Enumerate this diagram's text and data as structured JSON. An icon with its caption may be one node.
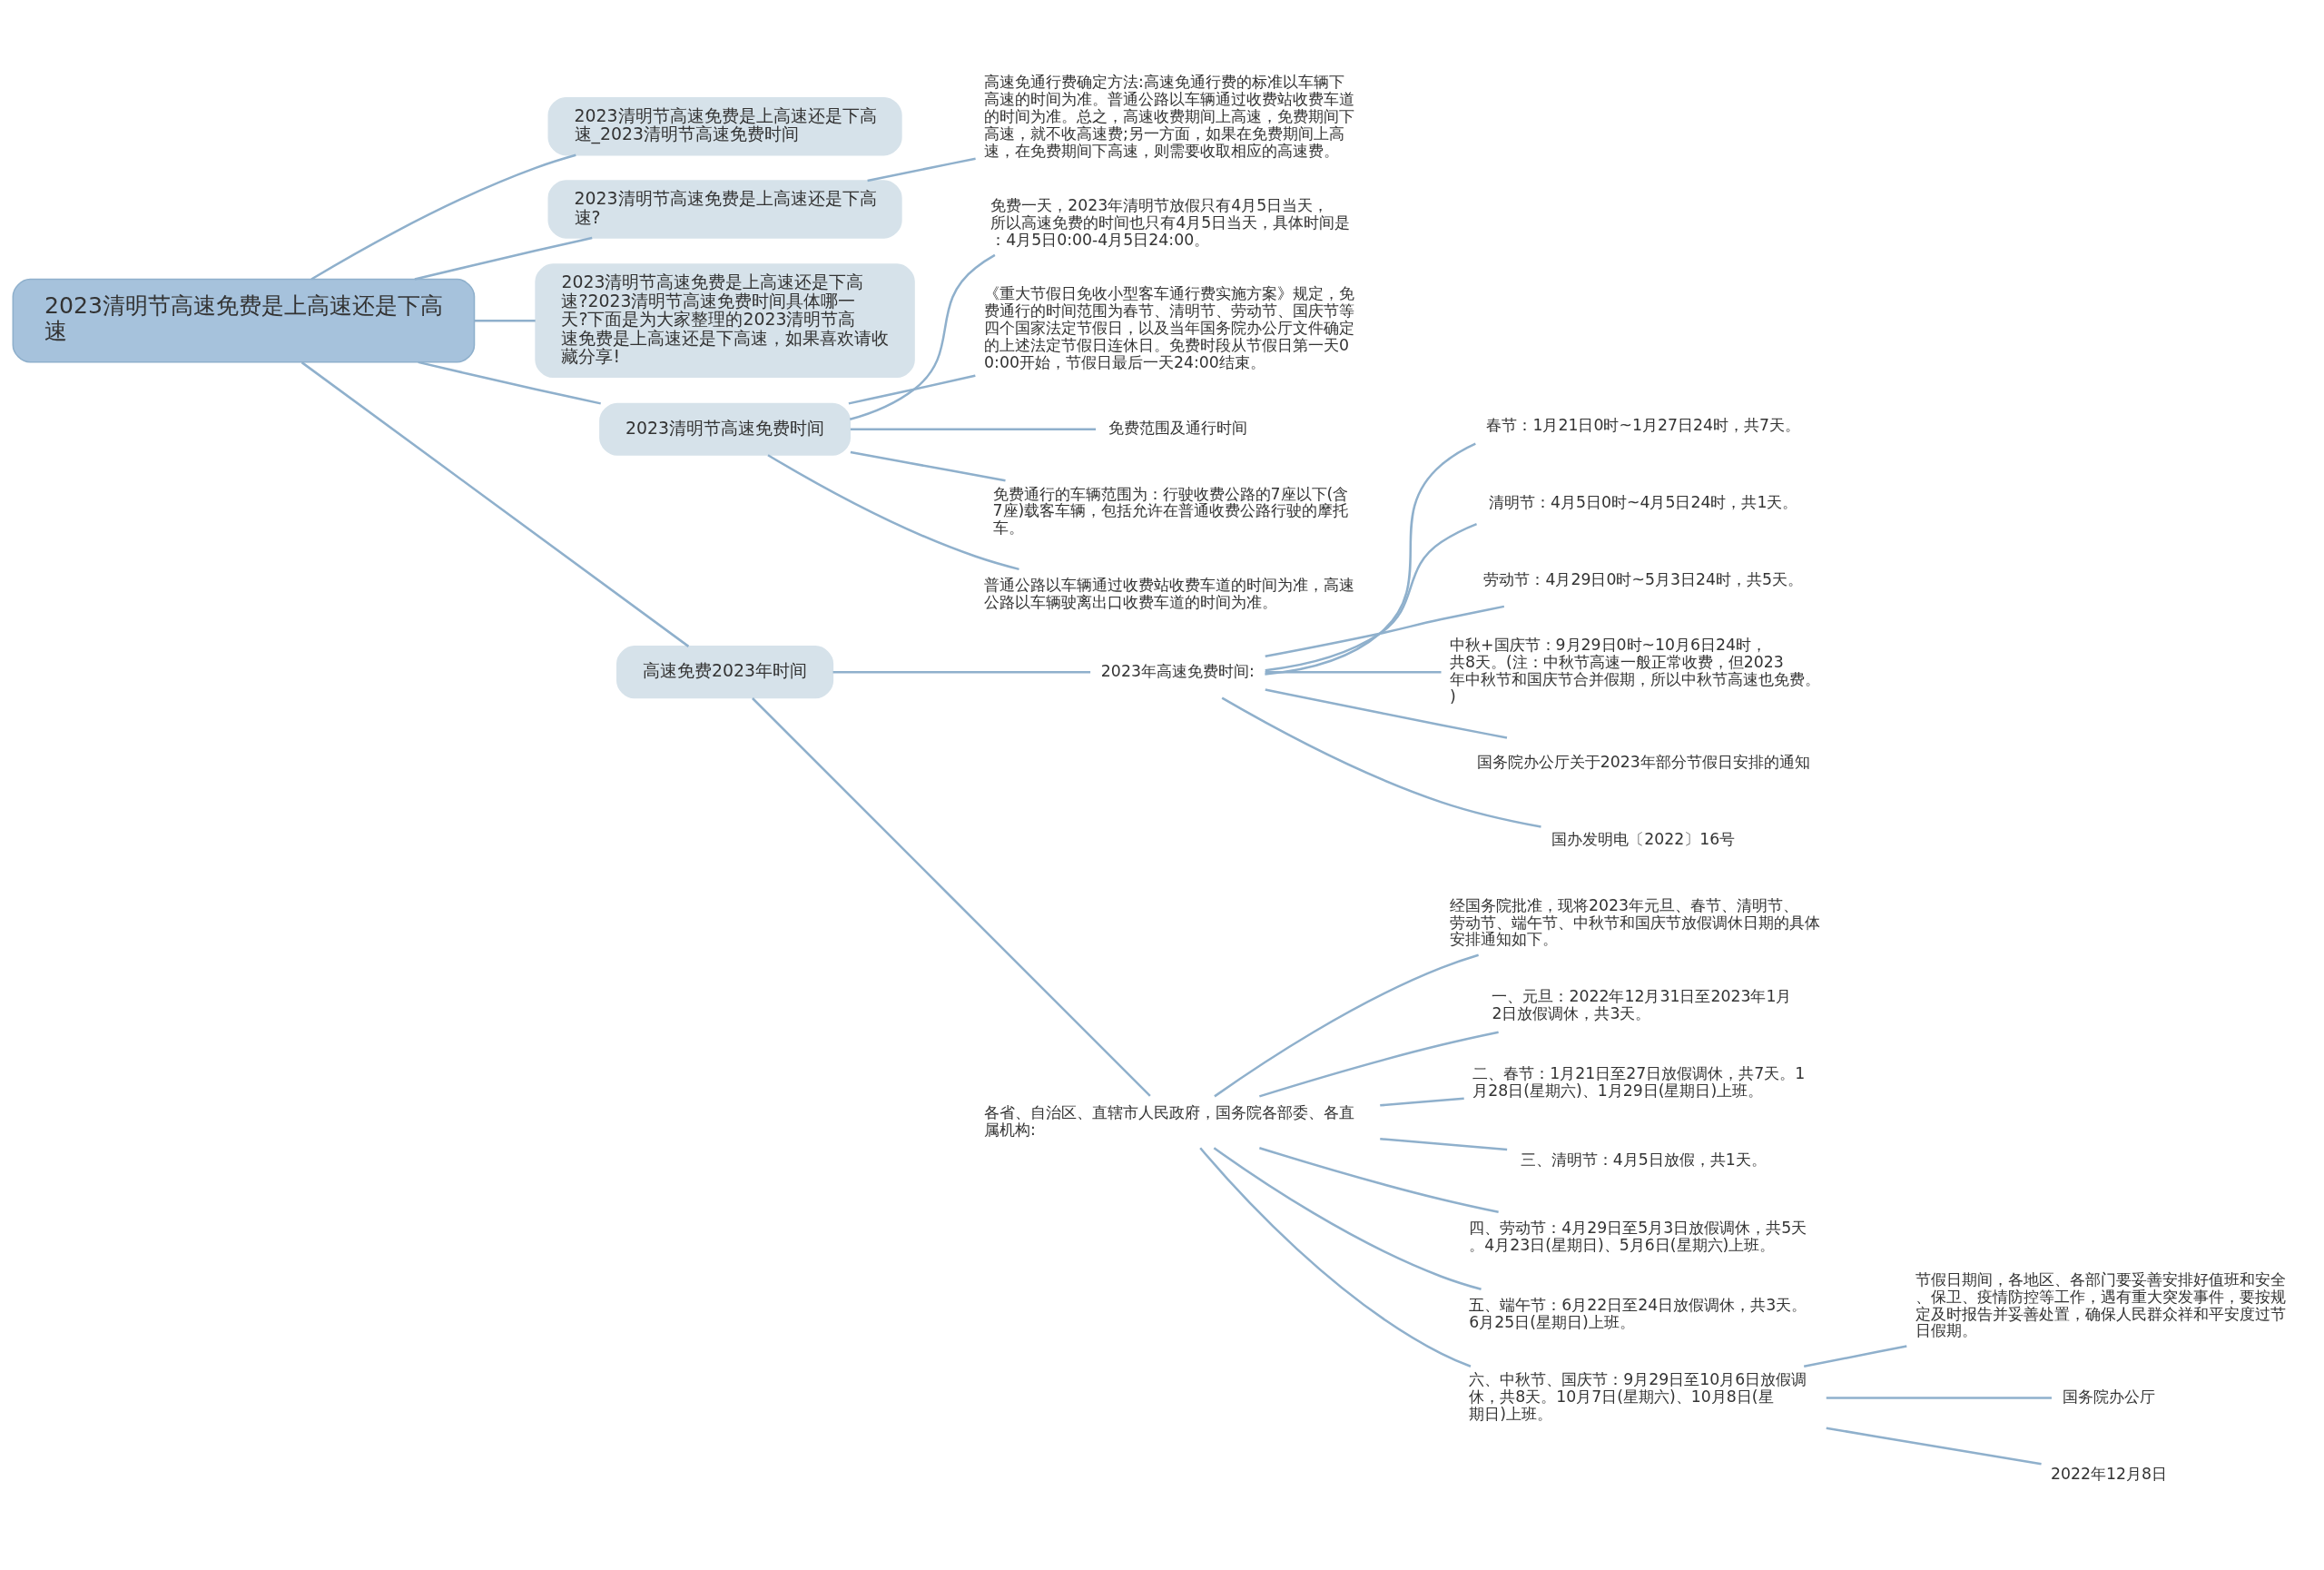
{
  "diagram": {
    "nodes": [
      {
        "text": [
          "2023清明节高速免费是上高速还是下高速"
        ]
      },
      {
        "text": [
          "2023清明节高速免费是上高速还是下高速_2023清明节高速免费时间"
        ]
      },
      {
        "text": [
          "2023清明节高速免费是上高速还是下高速?"
        ]
      },
      {
        "text": [
          "高速免通行费确定方法:高速免通行费的标准以车辆下高速的时间为准。普通公路以车辆通过收费站收费车道的时间为准。总之，高速收费期间上高速，免费期间下高速，就不收高速费;另一方面，如果在免费期间上高速，在免费期间下高速，则需要收取相应的高速费。"
        ]
      },
      {
        "text": [
          "2023清明节高速免费是上高速还是下高速?2023清明节高速免费时间具体哪一天?下面是为大家整理的2023清明节高速免费是上高速还是下高速，如果喜欢请收藏分享!"
        ]
      },
      {
        "text": [
          "2023清明节高速免费时间"
        ]
      },
      {
        "text": [
          "免费一天，2023年清明节放假只有4月5日当天，所以高速免费的时间也只有4月5日当天，具体时间是：4月5日0:00-4月5日24:00。"
        ]
      },
      {
        "text": [
          "《重大节假日免收小型客车通行费实施方案》规定，免费通行的时间范围为春节、清明节、劳动节、国庆节等四个国家法定节假日，以及当年国务院办公厅文件确定的上述法定节假日连休日。免费时段从节假日第一天00:00开始，节假日最后一天24:00结束。"
        ]
      },
      {
        "text": [
          "免费范围及通行时间"
        ]
      },
      {
        "text": [
          "免费通行的车辆范围为：行驶收费公路的7座以下(含7座)载客车辆，包括允许在普通收费公路行驶的摩托车。"
        ]
      },
      {
        "text": [
          "普通公路以车辆通过收费站收费车道的时间为准，高速公路以车辆驶离出口收费车道的时间为准。"
        ]
      },
      {
        "text": [
          "高速免费2023年时间"
        ]
      },
      {
        "text": [
          "2023年高速免费时间:"
        ]
      },
      {
        "text": [
          "春节：1月21日0时~1月27日24时，共7天。"
        ]
      },
      {
        "text": [
          "清明节：4月5日0时~4月5日24时，共1天。"
        ]
      },
      {
        "text": [
          "劳动节：4月29日0时~5月3日24时，共5天。"
        ]
      },
      {
        "text": [
          "中秋+国庆节：9月29日0时~10月6日24时，共8天。(注：中秋节高速一般正常收费，但2023年中秋节和国庆节合并假期，所以中秋节高速也免费。)"
        ]
      },
      {
        "text": [
          "国务院办公厅关于2023年部分节假日安排的通知"
        ]
      },
      {
        "text": [
          "国办发明电〔2022〕16号"
        ]
      },
      {
        "text": [
          "各省、自治区、直辖市人民政府，国务院各部委、各直属机构:"
        ]
      },
      {
        "text": [
          "经国务院批准，现将2023年元旦、春节、清明节、劳动节、端午节、中秋节和国庆节放假调休日期的具体安排通知如下。"
        ]
      },
      {
        "text": [
          "一、元旦：2022年12月31日至2023年1月2日放假调休，共3天。"
        ]
      },
      {
        "text": [
          "二、春节：1月21日至27日放假调休，共7天。1月28日(星期六)、1月29日(星期日)上班。"
        ]
      },
      {
        "text": [
          "三、清明节：4月5日放假，共1天。"
        ]
      },
      {
        "text": [
          "四、劳动节：4月29日至5月3日放假调休，共5天。4月23日(星期日)、5月6日(星期六)上班。"
        ]
      },
      {
        "text": [
          "五、端午节：6月22日至24日放假调休，共3天。6月25日(星期日)上班。"
        ]
      },
      {
        "text": [
          "六、中秋节、国庆节：9月29日至10月6日放假调休，共8天。10月7日(星期六)、10月8日(星期日)上班。"
        ]
      },
      {
        "text": [
          "节假日期间，各地区、各部门要妥善安排好值班和安全、保卫、疫情防控等工作，遇有重大突发事件，要按规定及时报告并妥善处置，确保人民群众祥和平安度过节日假期。"
        ]
      },
      {
        "text": [
          "国务院办公厅"
        ]
      },
      {
        "text": [
          "2022年12月8日"
        ]
      }
    ],
    "edges": [
      {
        "from": 0,
        "to": 1,
        "arrow": "none"
      },
      {
        "from": 0,
        "to": 2,
        "arrow": "none"
      },
      {
        "from": 2,
        "to": 3,
        "arrow": "none"
      },
      {
        "from": 0,
        "to": 4,
        "arrow": "none"
      },
      {
        "from": 0,
        "to": 5,
        "arrow": "none"
      },
      {
        "from": 5,
        "to": 6,
        "arrow": "none"
      },
      {
        "from": 5,
        "to": 7,
        "arrow": "none"
      },
      {
        "from": 5,
        "to": 8,
        "arrow": "none"
      },
      {
        "from": 5,
        "to": 9,
        "arrow": "none"
      },
      {
        "from": 5,
        "to": 10,
        "arrow": "none"
      },
      {
        "from": 0,
        "to": 11,
        "arrow": "none"
      },
      {
        "from": 11,
        "to": 12,
        "arrow": "none"
      },
      {
        "from": 11,
        "to": 19,
        "arrow": "none"
      },
      {
        "from": 12,
        "to": 13,
        "arrow": "none"
      },
      {
        "from": 12,
        "to": 14,
        "arrow": "none"
      },
      {
        "from": 12,
        "to": 15,
        "arrow": "none"
      },
      {
        "from": 12,
        "to": 16,
        "arrow": "none"
      },
      {
        "from": 12,
        "to": 17,
        "arrow": "none"
      },
      {
        "from": 12,
        "to": 18,
        "arrow": "none"
      },
      {
        "from": 19,
        "to": 20,
        "arrow": "none"
      },
      {
        "from": 19,
        "to": 21,
        "arrow": "none"
      },
      {
        "from": 19,
        "to": 22,
        "arrow": "none"
      },
      {
        "from": 19,
        "to": 23,
        "arrow": "none"
      },
      {
        "from": 19,
        "to": 24,
        "arrow": "none"
      },
      {
        "from": 19,
        "to": 25,
        "arrow": "none"
      },
      {
        "from": 19,
        "to": 26,
        "arrow": "none"
      },
      {
        "from": 26,
        "to": 27,
        "arrow": "none"
      },
      {
        "from": 26,
        "to": 28,
        "arrow": "none"
      },
      {
        "from": 26,
        "to": 29,
        "arrow": "none"
      }
    ]
  }
}
